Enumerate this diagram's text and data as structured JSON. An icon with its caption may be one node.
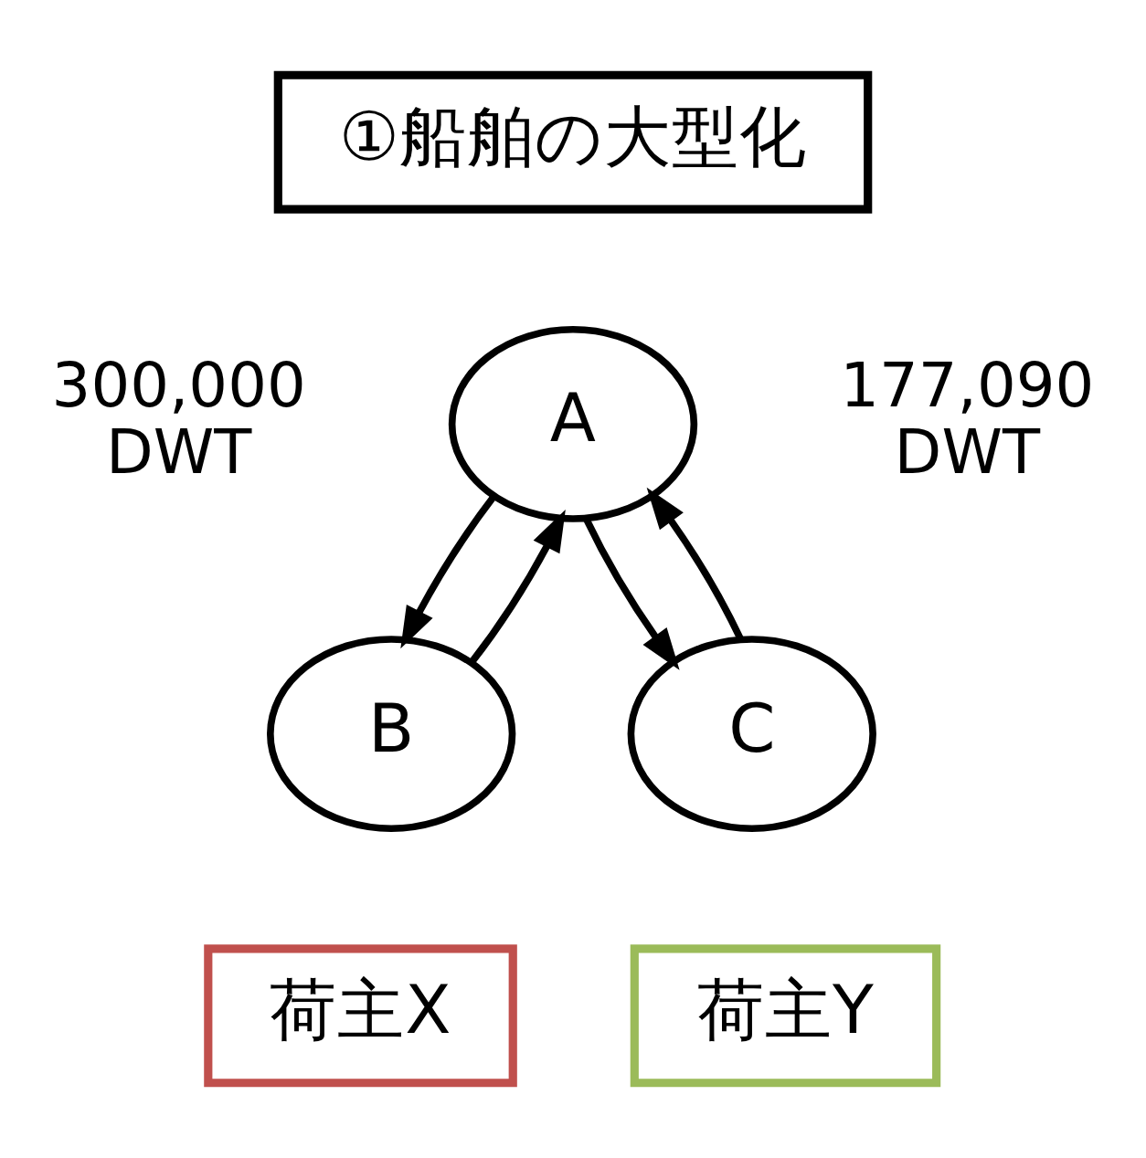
{
  "diagram": {
    "nodes": [
      {
        "text": [
          "①船舶の大型化"
        ]
      },
      {
        "text": [
          "A"
        ]
      },
      {
        "text": [
          "B"
        ]
      },
      {
        "text": [
          "C"
        ]
      },
      {
        "text": [
          "荷主X"
        ]
      },
      {
        "text": [
          "荷主Y"
        ]
      }
    ],
    "edges": [
      {
        "from": 1,
        "to": 2,
        "arrow": "to"
      },
      {
        "from": 2,
        "to": 1,
        "arrow": "to"
      },
      {
        "from": 1,
        "to": 3,
        "arrow": "to"
      },
      {
        "from": 3,
        "to": 1,
        "arrow": "to"
      }
    ],
    "labels": [
      "300,000 DWT",
      "177,090 DWT"
    ]
  }
}
